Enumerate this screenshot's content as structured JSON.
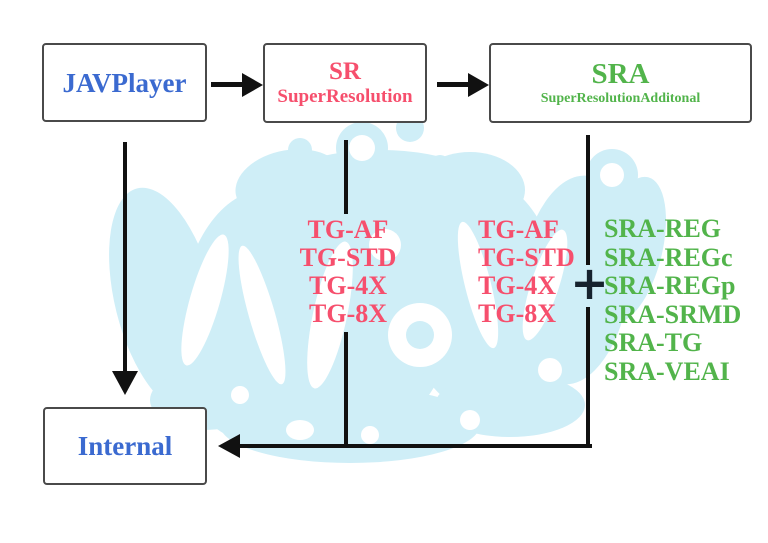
{
  "diagram": {
    "nodes": {
      "javplayer": {
        "label": "JAVPlayer"
      },
      "sr": {
        "title": "SR",
        "subtitle": "SuperResolution"
      },
      "sra": {
        "title": "SRA",
        "subtitle": "SuperResolutionAdditonal"
      },
      "internal": {
        "label": "Internal"
      }
    },
    "sr_modes": [
      "TG-AF",
      "TG-STD",
      "TG-4X",
      "TG-8X"
    ],
    "sra_tg_modes": [
      "TG-AF",
      "TG-STD",
      "TG-4X",
      "TG-8X"
    ],
    "sra_modes": [
      "SRA-REG",
      "SRA-REGc",
      "SRA-REGp",
      "SRA-SRMD",
      "SRA-TG",
      "SRA-VEAI"
    ],
    "plus_operator": "+",
    "colors": {
      "blue_text": "#3b6ad0",
      "pink_text": "#f64f6d",
      "green_text": "#52b44b",
      "line": "#111111",
      "box_border": "#4a4a4a",
      "watermark": "#cfeef7",
      "background": "#ffffff"
    }
  }
}
